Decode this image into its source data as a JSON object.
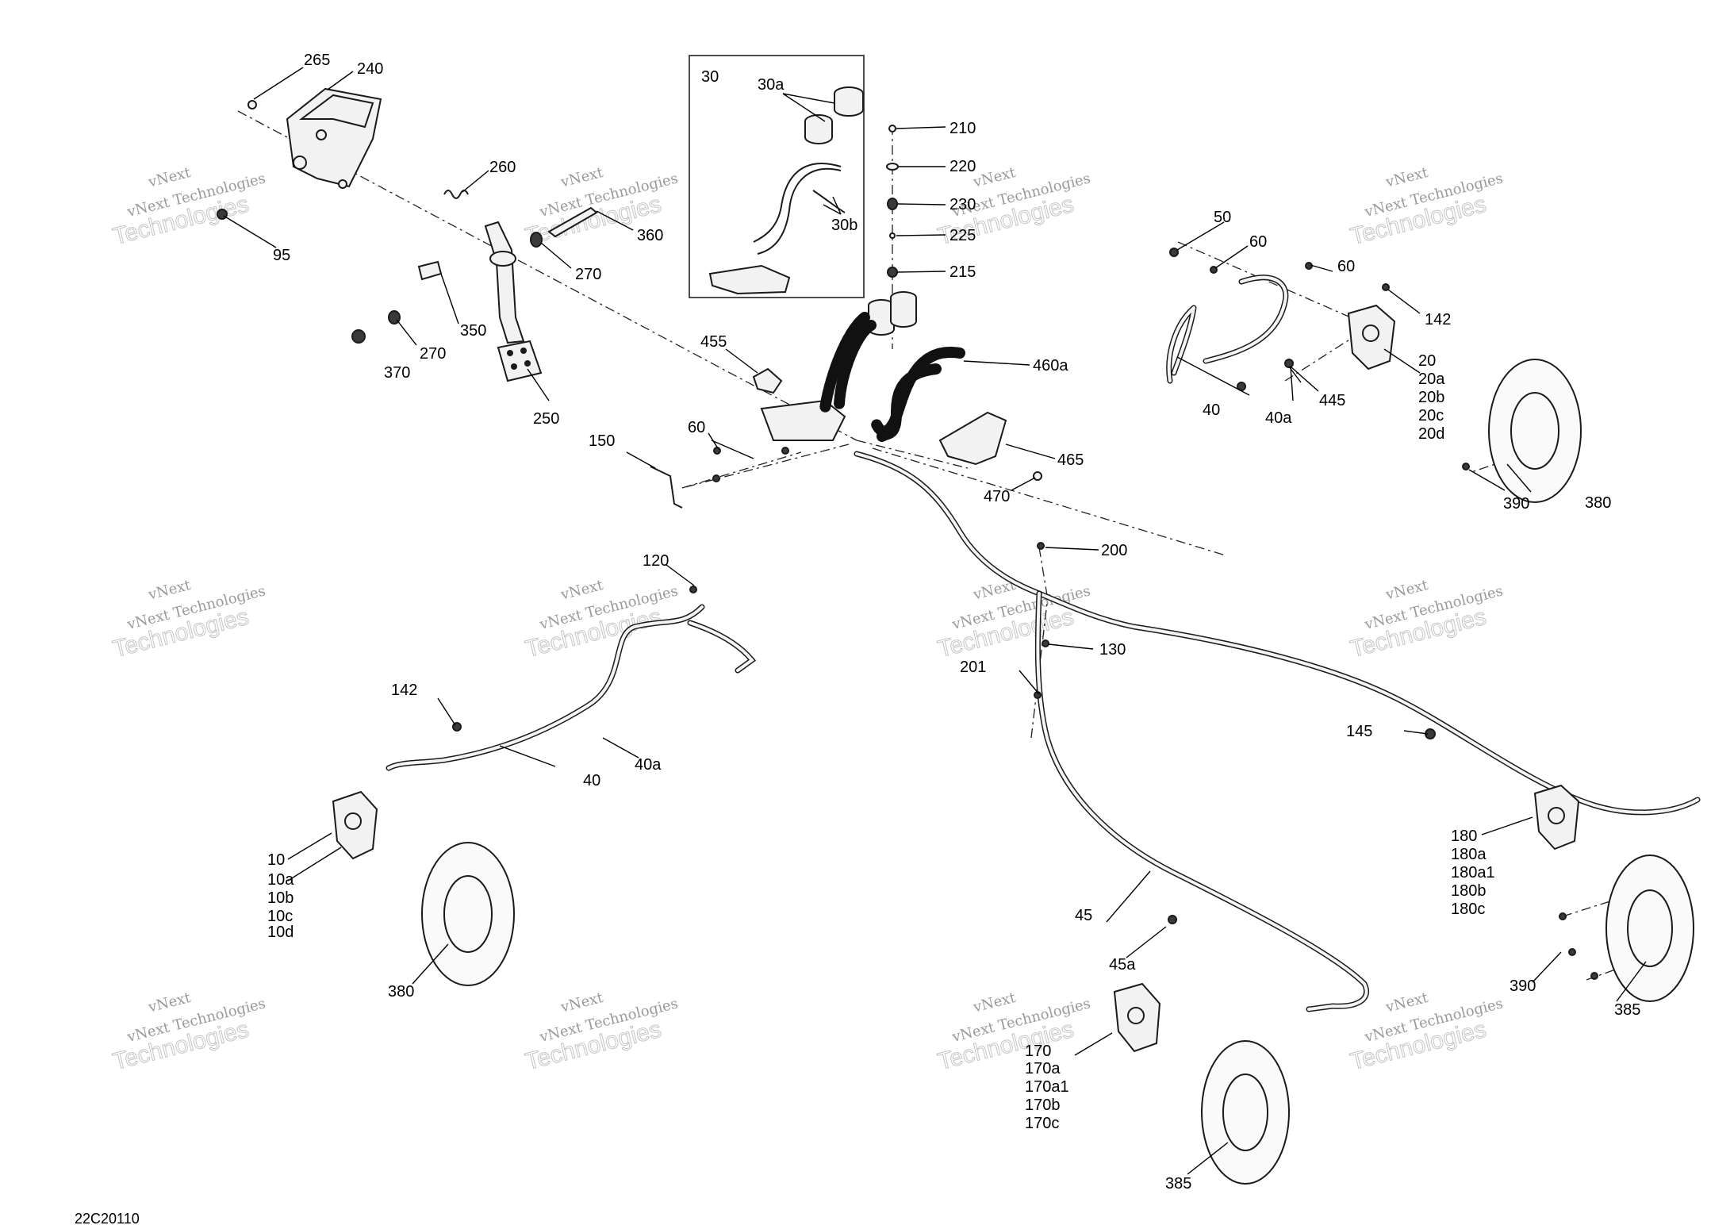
{
  "diagram": {
    "code": "22C20110",
    "watermark": {
      "line1": "vNext",
      "line2": "vNext Technologies",
      "line3": "Technologies"
    },
    "inset_box_label": "30",
    "callouts": {
      "c265": "265",
      "c240": "240",
      "c260": "260",
      "c95": "95",
      "c360": "360",
      "c270a": "270",
      "c350": "350",
      "c270b": "270",
      "c370": "370",
      "c250": "250",
      "c30a": "30a",
      "c30b": "30b",
      "c210": "210",
      "c220": "220",
      "c230": "230",
      "c225": "225",
      "c215": "215",
      "c460a": "460a",
      "c455": "455",
      "c465": "465",
      "c470": "470",
      "c60a": "60",
      "c150": "150",
      "c50": "50",
      "c60b": "60",
      "c60c": "60",
      "c142a": "142",
      "c20": "20",
      "c20a": "20a",
      "c20b": "20b",
      "c20c": "20c",
      "c20d": "20d",
      "c40a_right": "40",
      "c40a_a": "40a",
      "c445": "445",
      "c390a": "390",
      "c380a": "380",
      "c200": "200",
      "c130": "130",
      "c201": "201",
      "c145": "145",
      "c120": "120",
      "c142b": "142",
      "c40": "40",
      "c40a": "40a",
      "c10": "10",
      "c10a": "10a",
      "c10b": "10b",
      "c10c": "10c",
      "c10d": "10d",
      "c380b": "380",
      "c45": "45",
      "c45a": "45a",
      "c170": "170",
      "c170a": "170a",
      "c170a1": "170a1",
      "c170b": "170b",
      "c170c": "170c",
      "c385a": "385",
      "c180": "180",
      "c180a": "180a",
      "c180a1": "180a1",
      "c180b": "180b",
      "c180c": "180c",
      "c390b": "390",
      "c385b": "385"
    }
  }
}
